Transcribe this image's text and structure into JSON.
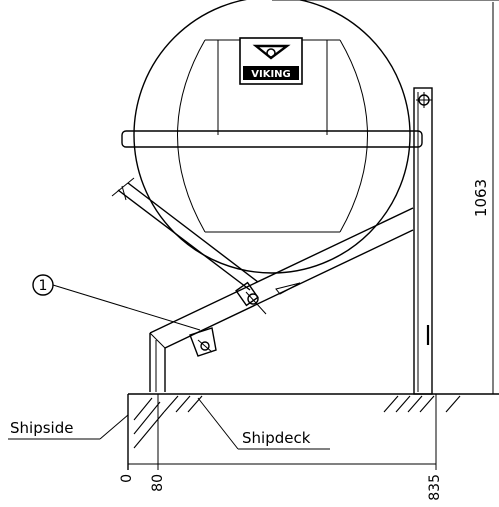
{
  "logo": {
    "text": "VIKING"
  },
  "callout": {
    "number": "1"
  },
  "labels": {
    "shipside": "Shipside",
    "shipdeck": "Shipdeck"
  },
  "dimensions": {
    "height": "1063",
    "origin": "0",
    "offset": "80",
    "width": "835"
  }
}
